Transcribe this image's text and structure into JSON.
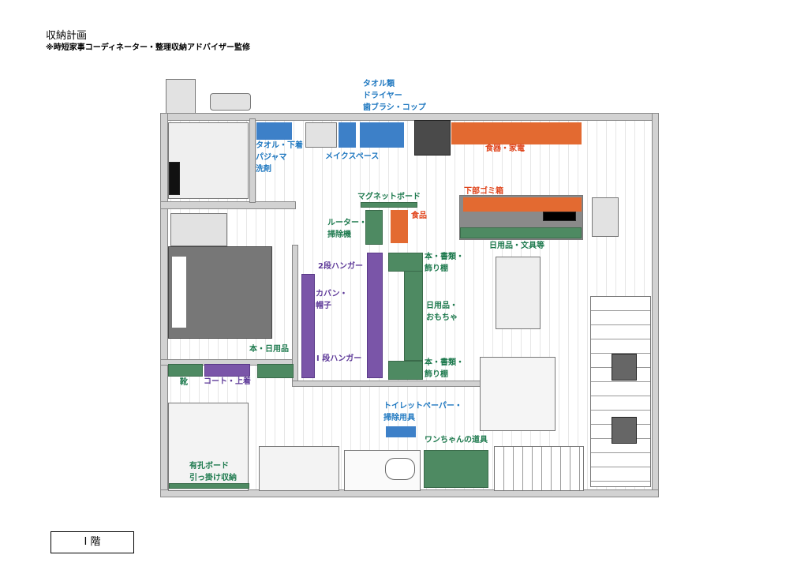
{
  "title": "収納計画",
  "subtitle": "※時短家事コーディネーター・整理収納アドバイザー監修",
  "floor_label": "I 階",
  "labels": {
    "towel_group": [
      "タオル類",
      "ドライヤー",
      "歯ブラシ・コップ"
    ],
    "towel_underwear": [
      "タオル・下着",
      "パジャマ",
      "洗剤"
    ],
    "make_space": "メイクスペース",
    "dishes": "食器・家電",
    "trash": "下部ゴミ箱",
    "magnet_board": "マグネットボード",
    "food": "食品",
    "router": [
      "ルーター・",
      "掃除機"
    ],
    "daily_stationery": "日用品・文具等",
    "hanger2": "2段ハンガー",
    "bag_hat": [
      "カバン・",
      "帽子"
    ],
    "hanger1": "I 段ハンガー",
    "books_top": [
      "本・書類・",
      "飾り棚"
    ],
    "daily_toys": [
      "日用品・",
      "おもちゃ"
    ],
    "books_bottom": [
      "本・書類・",
      "飾り棚"
    ],
    "books_daily": "本・日用品",
    "shoes": "靴",
    "coat": "コート・上着",
    "toilet": [
      "トイレットペーパー・",
      "掃除用具"
    ],
    "dog": "ワンちゃんの道具",
    "pegboard": [
      "有孔ボード",
      "引っ掛け収納"
    ]
  },
  "colors": {
    "blue": "#3d80c8",
    "orange": "#e36a31",
    "green": "#4e8a62",
    "purple": "#7a55a8"
  }
}
